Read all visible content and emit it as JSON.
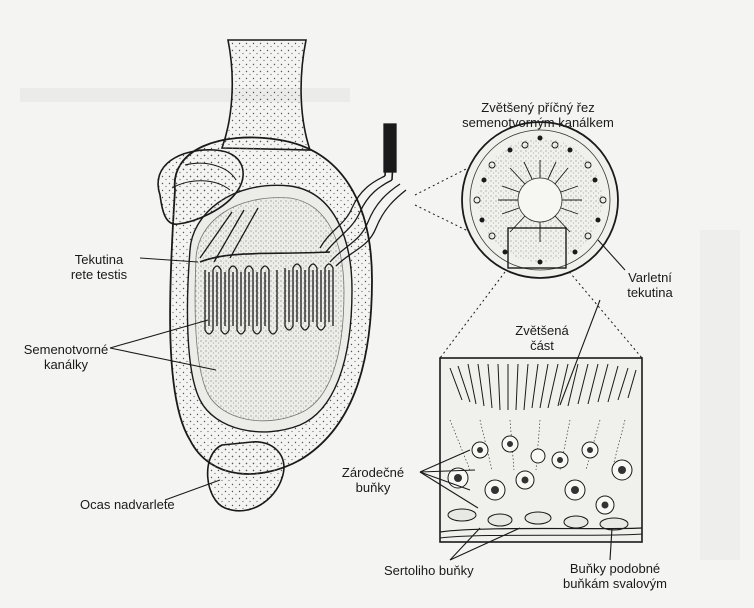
{
  "labels": {
    "cross_section_title_1": "Zvětšený příčný řez",
    "cross_section_title_2": "semenotvorným kanálkem",
    "rete_testis_1": "Tekutina",
    "rete_testis_2": "rete testis",
    "seminiferous_1": "Semenotvorné",
    "seminiferous_2": "kanálky",
    "epididymis_tail": "Ocas nadvarlete",
    "testicular_fluid_1": "Varletní",
    "testicular_fluid_2": "tekutina",
    "enlarged_part_1": "Zvětšená",
    "enlarged_part_2": "část",
    "germ_cells_1": "Zárodečné",
    "germ_cells_2": "buňky",
    "sertoli_cells": "Sertoliho buňky",
    "myoid_cells_1": "Buňky podobné",
    "myoid_cells_2": "buňkám svalovým"
  },
  "colors": {
    "background": "#f4f4f2",
    "ink": "#1a1a1a",
    "stipple": "#6e6e6e"
  }
}
